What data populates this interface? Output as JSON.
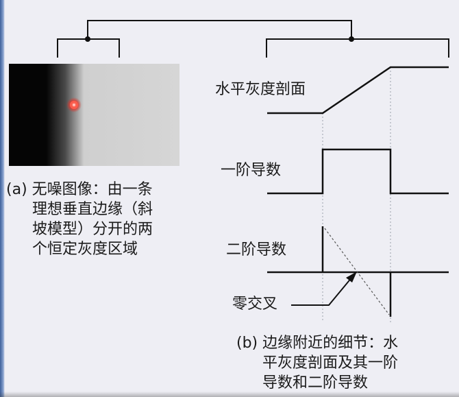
{
  "labels": {
    "horizontal_profile": "水平灰度剖面",
    "first_derivative": "一阶导数",
    "second_derivative": "二阶导数",
    "zero_crossing": "零交叉"
  },
  "caption_a": {
    "lines": [
      "(a) 无噪图像：由一条",
      "理想垂直边缘（斜",
      "坡模型）分开的两",
      "个恒定灰度区域"
    ]
  },
  "caption_b": {
    "lines": [
      "(b) 边缘附近的细节：水",
      "平灰度剖面及其一阶",
      "导数和二阶导数"
    ]
  },
  "colors": {
    "background": "#eeeef4",
    "line": "#111111",
    "image_dark": "#050505",
    "image_light": "#d4d4d4",
    "marker": "#e0342a"
  }
}
